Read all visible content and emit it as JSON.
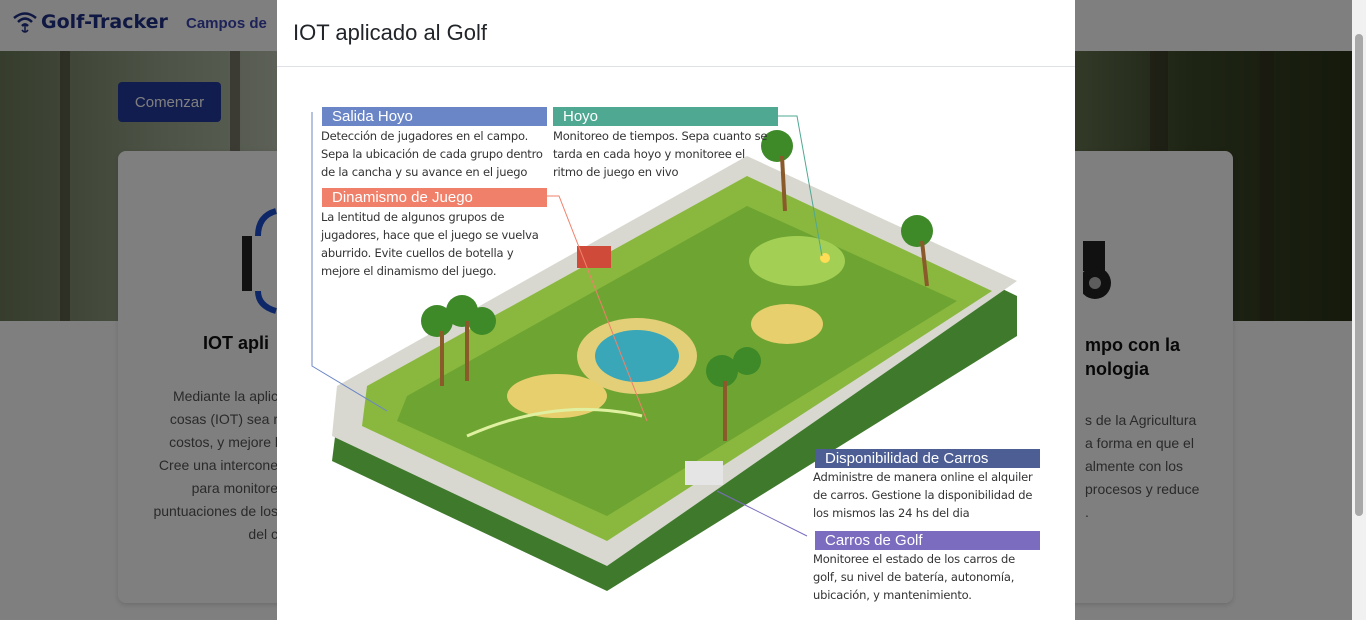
{
  "navbar": {
    "brand": "Golf-Tracker",
    "link_partial": "Campos de"
  },
  "hero": {
    "button": "Comenzar"
  },
  "cards": [
    {
      "title_partial": "IOT apli",
      "text_lines": [
        "Mediante la aplic",
        "cosas (IOT) sea r",
        "costos, y mejore l",
        "Cree una intercone",
        "para monitore",
        "puntuaciones de los",
        "del c"
      ]
    },
    {
      "title_lines": [
        "mpo con la",
        "nologia"
      ],
      "text_lines": [
        "s de la Agricultura",
        "a forma en que el",
        "almente con los",
        "procesos y reduce",
        "."
      ]
    }
  ],
  "modal": {
    "title": "IOT aplicado al Golf",
    "labels": [
      {
        "title": "Salida Hoyo",
        "color": "#6b86c6",
        "text": "Detección de jugadores en el campo.\nSepa la ubicación de cada grupo dentro\nde la cancha y su avance en el juego"
      },
      {
        "title": "Hoyo",
        "color": "#4fa892",
        "text": "Monitoreo de tiempos. Sepa cuanto se\ntarda en cada hoyo y monitoree el\nritmo de juego en vivo"
      },
      {
        "title": "Dinamismo de Juego",
        "color": "#f0806a",
        "text": "La lentitud de algunos grupos de\njugadores, hace que el juego se vuelva\naburrido. Evite cuellos de botella y\nmejore el dinamismo del juego."
      },
      {
        "title": "Disponibilidad de Carros",
        "color": "#4c5e94",
        "text": "Administre de manera online el alquiler\nde carros. Gestione la disponibilidad de\nlos mismos las 24 hs del dia"
      },
      {
        "title": "Carros de Golf",
        "color": "#7b6cbf",
        "text": "Monitoree el estado de los carros de\ngolf, su nivel de batería, autonomía,\nubicación, y mantenimiento."
      }
    ]
  }
}
